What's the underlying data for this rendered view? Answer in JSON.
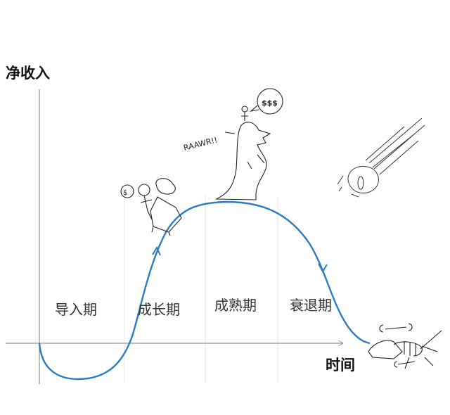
{
  "axes": {
    "y_label": "净收入",
    "x_label": "时间"
  },
  "phases": [
    {
      "label": "导入期"
    },
    {
      "label": "成长期"
    },
    {
      "label": "成熟期"
    },
    {
      "label": "衰退期"
    }
  ],
  "sketch_text": {
    "roar": "RAAWR!!",
    "money_big": "$$$",
    "money_small": "$"
  },
  "colors": {
    "curve": "#2f7bc0",
    "axis": "#666666",
    "divider": "#e4e4e4",
    "ink": "#222222"
  }
}
